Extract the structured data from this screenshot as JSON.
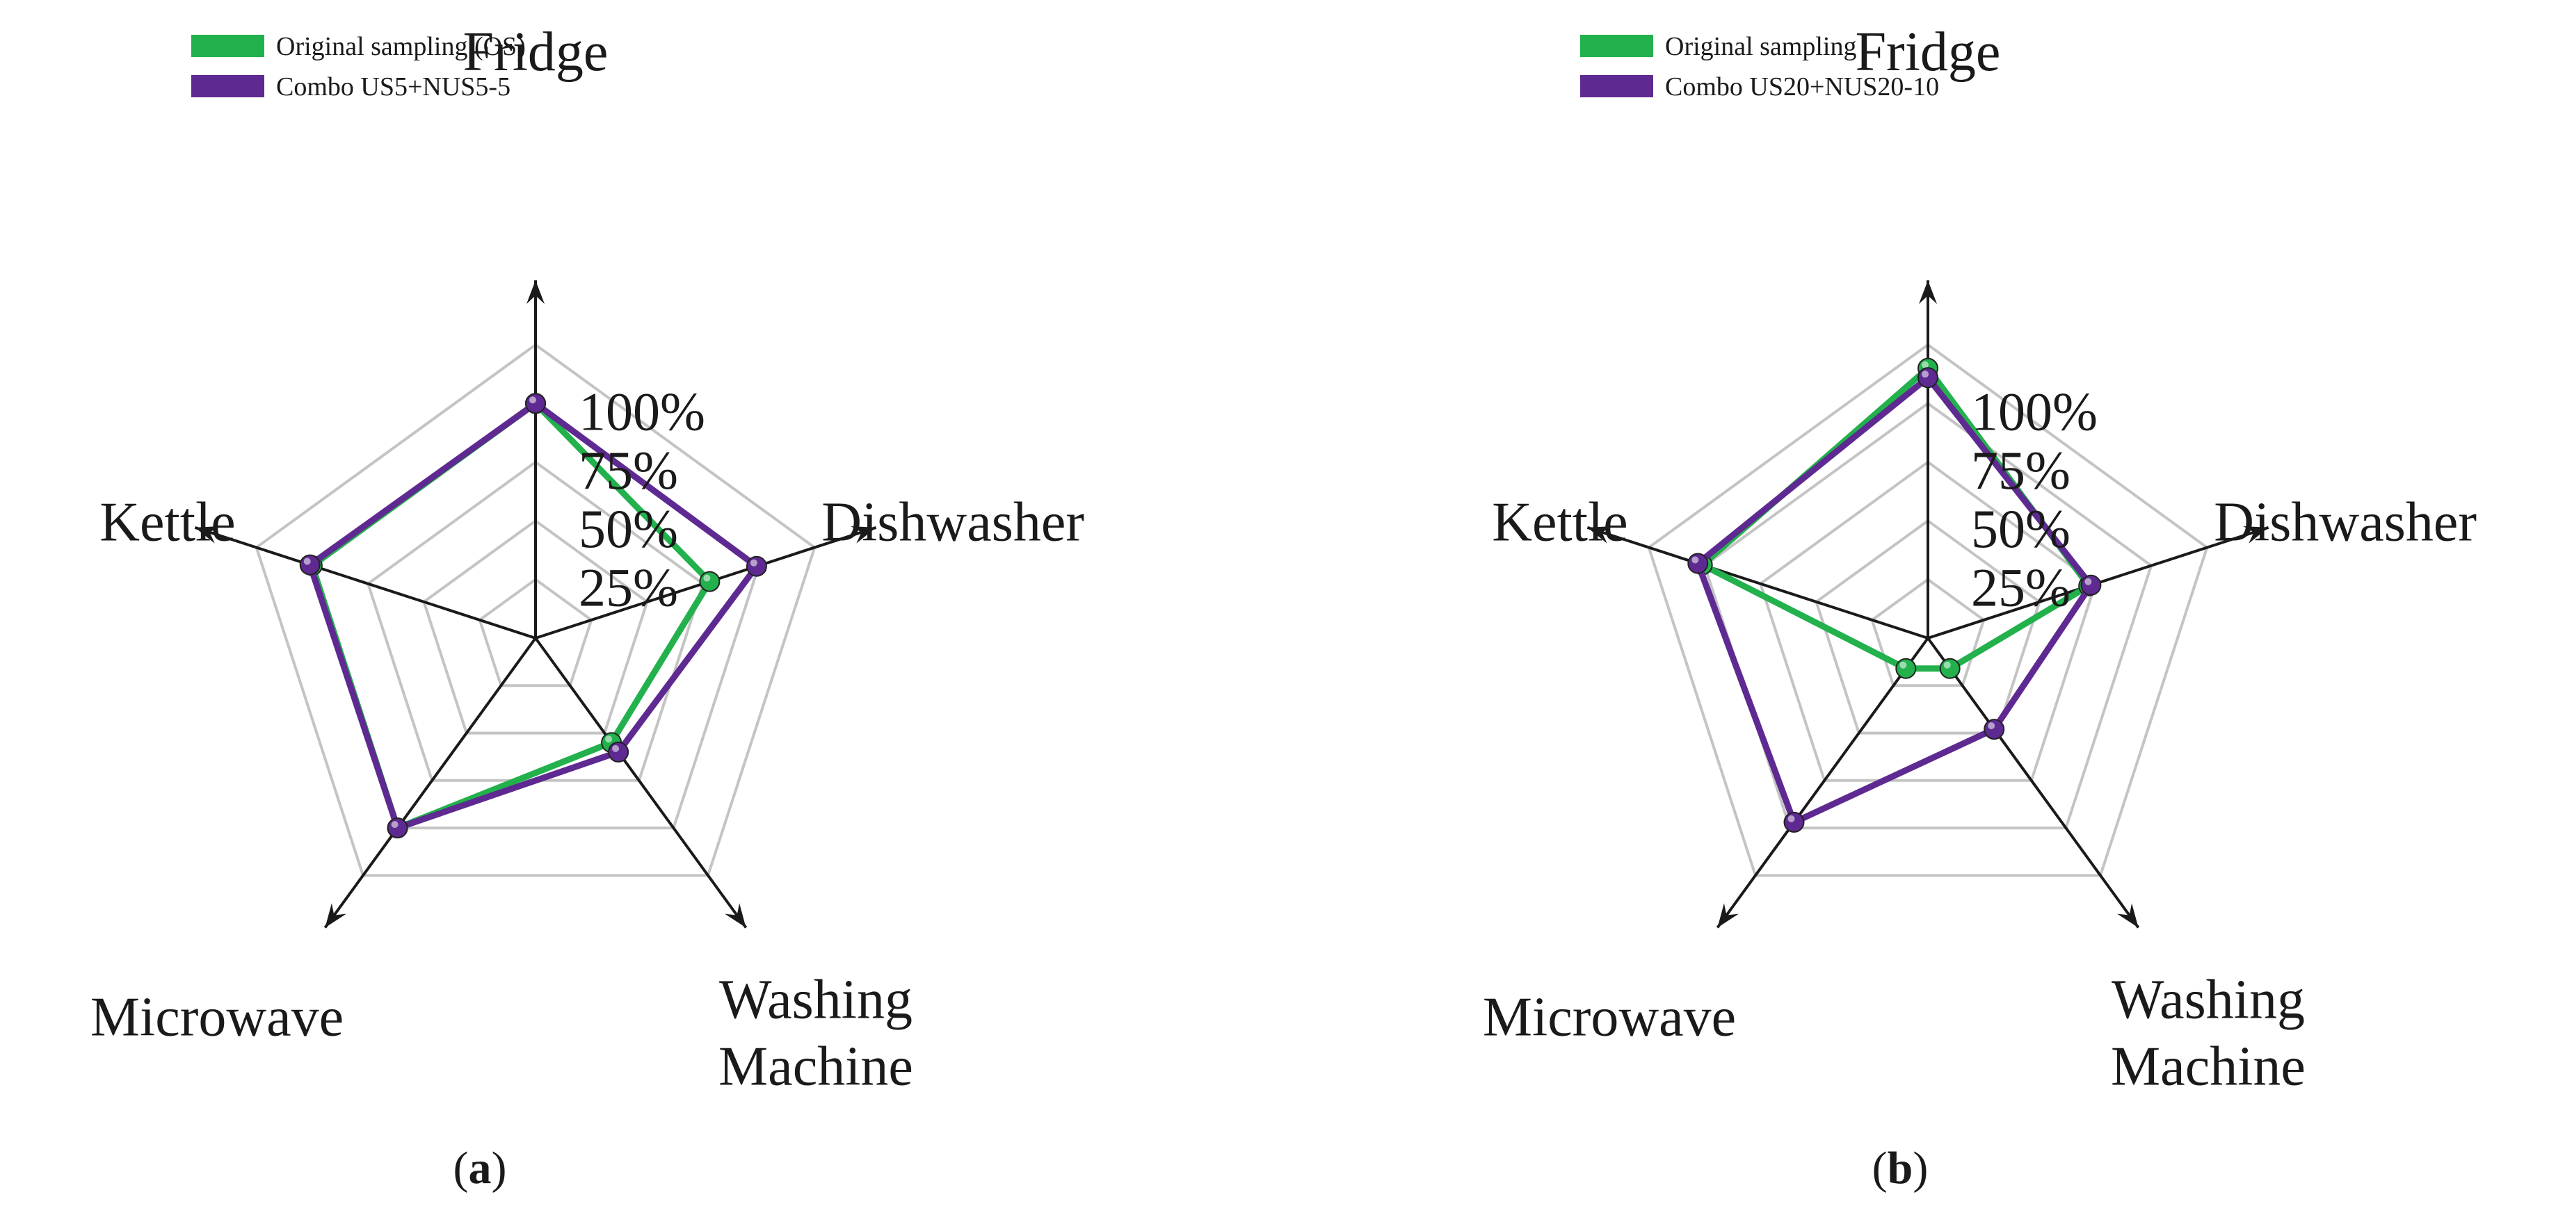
{
  "chart_data": [
    {
      "type": "radar",
      "caption": "a",
      "axes": [
        "Fridge",
        "Dishwasher",
        "Washing Machine",
        "Microwave",
        "Kettle"
      ],
      "ticks": [
        "25%",
        "50%",
        "75%",
        "100%"
      ],
      "range": [
        0,
        125
      ],
      "series": [
        {
          "name": "Original sampling (OS)",
          "color": "#22b14c",
          "values": [
            100,
            78,
            55,
            100,
            100
          ]
        },
        {
          "name": "Combo US5+NUS5-5",
          "color": "#5e2a91",
          "values": [
            100,
            99,
            60,
            100,
            101
          ]
        }
      ]
    },
    {
      "type": "radar",
      "caption": "b",
      "axes": [
        "Fridge",
        "Dishwasher",
        "Washing Machine",
        "Microwave",
        "Kettle"
      ],
      "ticks": [
        "25%",
        "50%",
        "75%",
        "100%"
      ],
      "range": [
        0,
        125
      ],
      "series": [
        {
          "name": "Original sampling",
          "color": "#22b14c",
          "values": [
            115,
            72,
            16,
            16,
            101
          ]
        },
        {
          "name": "Combo US20+NUS20-10",
          "color": "#5e2a91",
          "values": [
            111,
            73,
            48,
            97,
            103
          ]
        }
      ]
    }
  ]
}
